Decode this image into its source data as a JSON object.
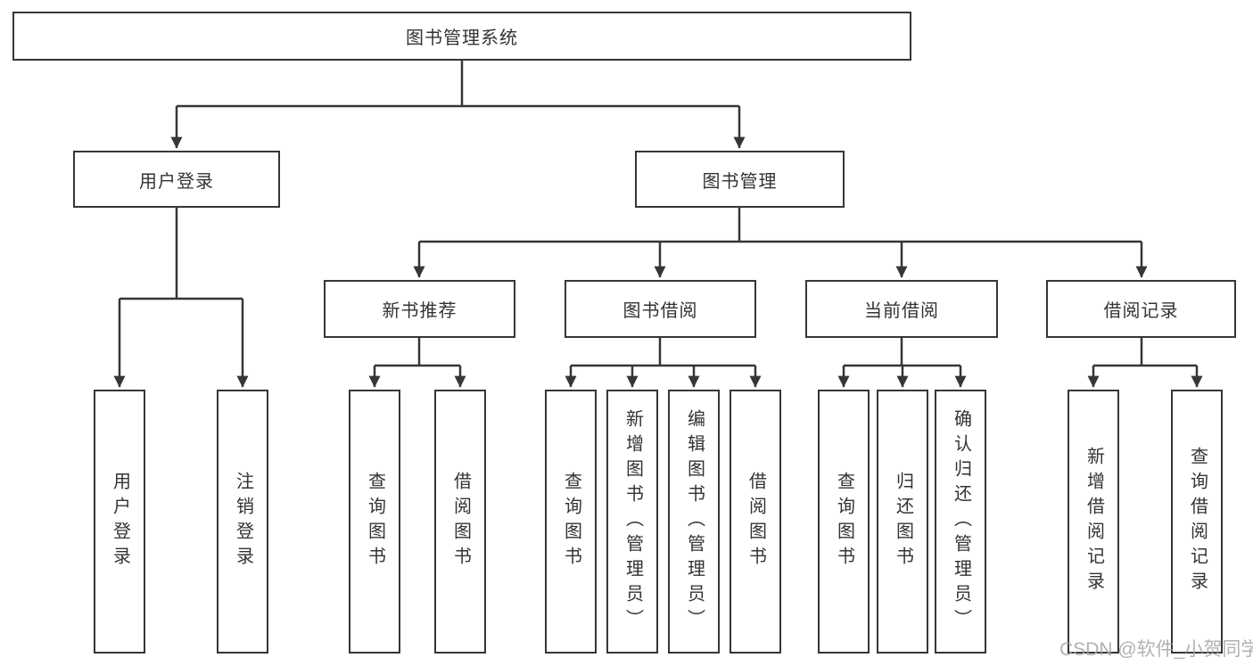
{
  "tree": {
    "root": {
      "label": "图书管理系统",
      "children": [
        {
          "label": "用户登录",
          "children": [
            {
              "label": "用户登录"
            },
            {
              "label": "注销登录"
            }
          ]
        },
        {
          "label": "图书管理",
          "children": [
            {
              "label": "新书推荐",
              "children": [
                {
                  "label": "查询图书"
                },
                {
                  "label": "借阅图书"
                }
              ]
            },
            {
              "label": "图书借阅",
              "children": [
                {
                  "label": "查询图书"
                },
                {
                  "label": "新增图书（管理员）"
                },
                {
                  "label": "编辑图书（管理员）"
                },
                {
                  "label": "借阅图书"
                }
              ]
            },
            {
              "label": "当前借阅",
              "children": [
                {
                  "label": "查询图书"
                },
                {
                  "label": "归还图书"
                },
                {
                  "label": "确认归还（管理员）"
                }
              ]
            },
            {
              "label": "借阅记录",
              "children": [
                {
                  "label": "新增借阅记录"
                },
                {
                  "label": "查询借阅记录"
                }
              ]
            }
          ]
        }
      ]
    }
  },
  "watermark": {
    "text": "CSDN @软件_小贺同学"
  },
  "colors": {
    "line": "#363636",
    "text": "#333333",
    "watermark": "#a4a4a4",
    "background": "#ffffff"
  }
}
